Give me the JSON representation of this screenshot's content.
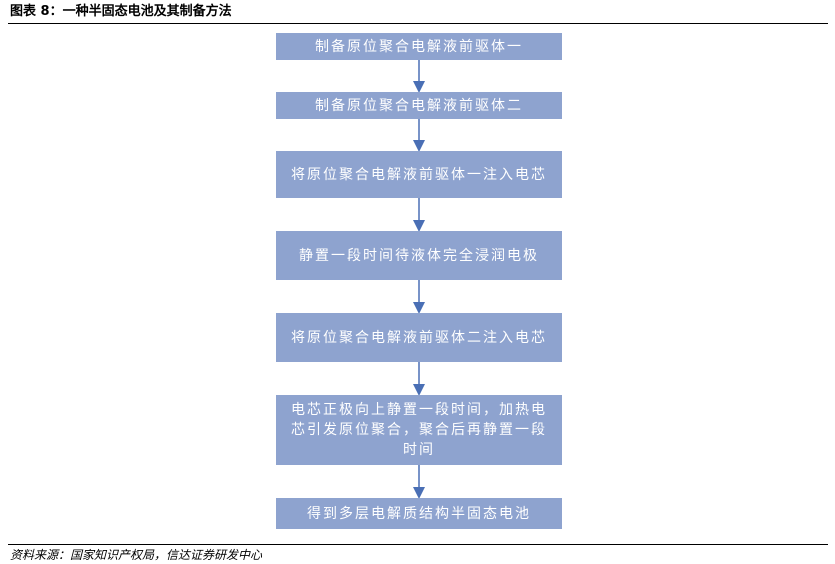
{
  "title": "图表 8：一种半固态电池及其制备方法",
  "steps": [
    "制备原位聚合电解液前驱体一",
    "制备原位聚合电解液前驱体二",
    "将原位聚合电解液前驱体一注入电芯",
    "静置一段时间待液体完全浸润电极",
    "将原位聚合电解液前驱体二注入电芯",
    "电芯正极向上静置一段时间，加热电芯引发原位聚合，聚合后再静置一段时间",
    "得到多层电解质结构半固态电池"
  ],
  "source": "资料来源：国家知识产权局，信达证券研发中心",
  "colors": {
    "box": "#8ea3cf",
    "arrow": "#4a6fb5"
  }
}
